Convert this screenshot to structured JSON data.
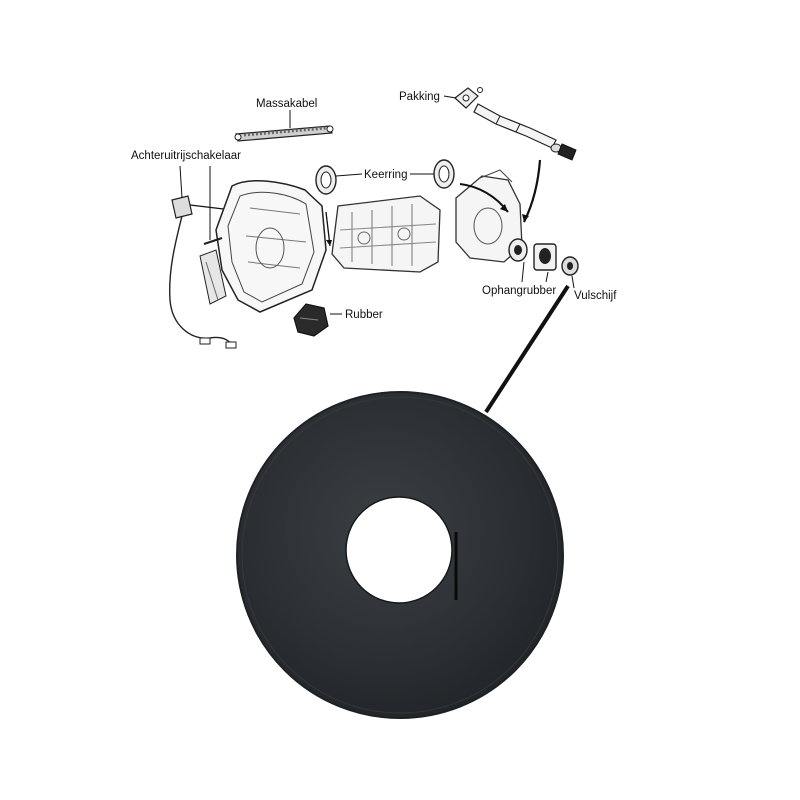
{
  "colors": {
    "background": "#ffffff",
    "line": "#1a1a1a",
    "washer": "#2b2f33",
    "washer_edge": "#1e2124"
  },
  "labels": {
    "massakabel": "Massakabel",
    "pakking": "Pakking",
    "achteruitrijschakelaar": "Achteruitrijschakelaar",
    "keerring": "Keerring",
    "ophangrubber": "Ophangrubber",
    "vulschijf": "Vulschijf",
    "rubber": "Rubber"
  }
}
